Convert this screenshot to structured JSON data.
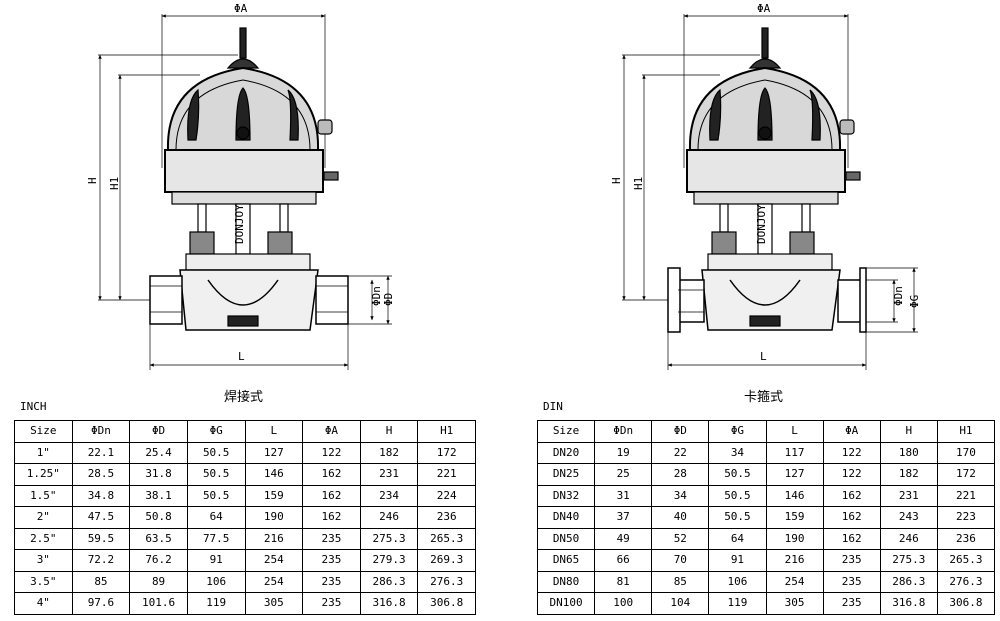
{
  "left_drawing": {
    "dim_phiA": "ΦA",
    "dim_H": "H",
    "dim_H1": "H1",
    "dim_L": "L",
    "dim_phiDn": "ΦDn",
    "dim_phiD": "ΦD",
    "brand": "DONJOY"
  },
  "right_drawing": {
    "dim_phiA": "ΦA",
    "dim_H": "H",
    "dim_H1": "H1",
    "dim_L": "L",
    "dim_phiDn": "ΦDn",
    "dim_phiG": "ΦG",
    "brand": "DONJOY"
  },
  "left_table": {
    "caption": "焊接式",
    "standard": "INCH",
    "headers": [
      "Size",
      "ΦDn",
      "ΦD",
      "ΦG",
      "L",
      "ΦA",
      "H",
      "H1"
    ],
    "rows": [
      [
        "1\"",
        "22.1",
        "25.4",
        "50.5",
        "127",
        "122",
        "182",
        "172"
      ],
      [
        "1.25\"",
        "28.5",
        "31.8",
        "50.5",
        "146",
        "162",
        "231",
        "221"
      ],
      [
        "1.5\"",
        "34.8",
        "38.1",
        "50.5",
        "159",
        "162",
        "234",
        "224"
      ],
      [
        "2\"",
        "47.5",
        "50.8",
        "64",
        "190",
        "162",
        "246",
        "236"
      ],
      [
        "2.5\"",
        "59.5",
        "63.5",
        "77.5",
        "216",
        "235",
        "275.3",
        "265.3"
      ],
      [
        "3\"",
        "72.2",
        "76.2",
        "91",
        "254",
        "235",
        "279.3",
        "269.3"
      ],
      [
        "3.5\"",
        "85",
        "89",
        "106",
        "254",
        "235",
        "286.3",
        "276.3"
      ],
      [
        "4\"",
        "97.6",
        "101.6",
        "119",
        "305",
        "235",
        "316.8",
        "306.8"
      ]
    ]
  },
  "right_table": {
    "caption": "卡箍式",
    "standard": "DIN",
    "headers": [
      "Size",
      "ΦDn",
      "ΦD",
      "ΦG",
      "L",
      "ΦA",
      "H",
      "H1"
    ],
    "rows": [
      [
        "DN20",
        "19",
        "22",
        "34",
        "117",
        "122",
        "180",
        "170"
      ],
      [
        "DN25",
        "25",
        "28",
        "50.5",
        "127",
        "122",
        "182",
        "172"
      ],
      [
        "DN32",
        "31",
        "34",
        "50.5",
        "146",
        "162",
        "231",
        "221"
      ],
      [
        "DN40",
        "37",
        "40",
        "50.5",
        "159",
        "162",
        "243",
        "223"
      ],
      [
        "DN50",
        "49",
        "52",
        "64",
        "190",
        "162",
        "246",
        "236"
      ],
      [
        "DN65",
        "66",
        "70",
        "91",
        "216",
        "235",
        "275.3",
        "265.3"
      ],
      [
        "DN80",
        "81",
        "85",
        "106",
        "254",
        "235",
        "286.3",
        "276.3"
      ],
      [
        "DN100",
        "100",
        "104",
        "119",
        "305",
        "235",
        "316.8",
        "306.8"
      ]
    ]
  }
}
